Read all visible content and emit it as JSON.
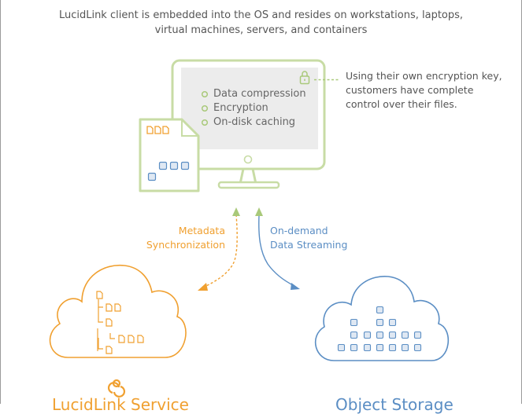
{
  "caption": {
    "line1": "LucidLink client is embedded into the OS and resides on workstations, laptops,",
    "line2": "virtual machines, servers, and containers"
  },
  "features": [
    "Data compression",
    "Encryption",
    "On-disk caching"
  ],
  "encryption_note": {
    "line1": "Using their own encryption key,",
    "line2": "customers have complete",
    "line3": "control over their files."
  },
  "metadata_label": {
    "line1": "Metadata",
    "line2": "Synchronization"
  },
  "streaming_label": {
    "line1": "On-demand",
    "line2": "Data Streaming"
  },
  "bottom_labels": {
    "left": "LucidLink Service",
    "right": "Object Storage"
  },
  "colors": {
    "green": "#b5cf8a",
    "orange": "#f0a030",
    "blue": "#5b8ec4",
    "screen_gray": "#ececec"
  },
  "icons": [
    "lock-icon",
    "document-icon",
    "folder-tree-icon",
    "lucidlink-logo-icon"
  ]
}
